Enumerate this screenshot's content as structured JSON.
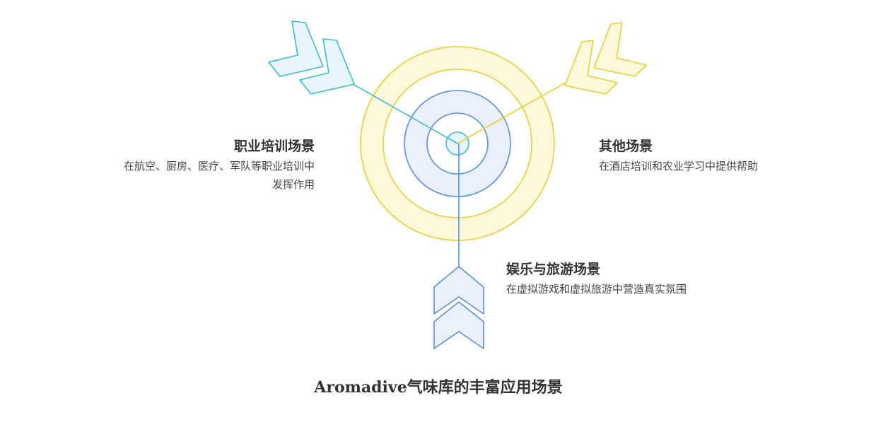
{
  "title": "Aromadive气味库的丰富应用场景",
  "colors": {
    "cyan": "#3fb8d8",
    "cyan_fill": "#e6f6fc",
    "yellow": "#e8cf3a",
    "yellow_fill": "#fdf8d8",
    "blue": "#5b8fd9",
    "blue_fill": "#e9f0fb",
    "text": "#333333"
  },
  "scenarios": [
    {
      "title": "职业培训场景",
      "desc_lines": [
        "在航空、厨房、医疗、军队等职业培训中",
        "发挥作用"
      ]
    },
    {
      "title": "其他场景",
      "desc_lines": [
        "在酒店培训和农业学习中提供帮助"
      ]
    },
    {
      "title": "娱乐与旅游场景",
      "desc_lines": [
        "在虚拟游戏和虚拟旅游中营造真实氛围"
      ]
    }
  ]
}
